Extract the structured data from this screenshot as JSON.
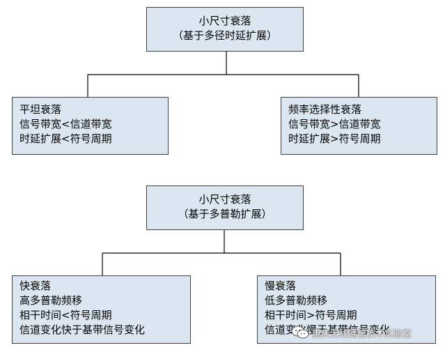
{
  "diagram1": {
    "root": {
      "title": "小尺寸衰落",
      "subtitle": "（基于多径时延扩展）"
    },
    "left": {
      "lines": [
        "平坦衰落",
        "信号带宽<信道带宽",
        "时延扩展<符号周期"
      ]
    },
    "right": {
      "lines": [
        "频率选择性衰落",
        "信号带宽>信道带宽",
        "时延扩展>符号周期"
      ]
    }
  },
  "diagram2": {
    "root": {
      "title": "小尺寸衰落",
      "subtitle": "（基于多普勒扩展）"
    },
    "left": {
      "lines": [
        "快衰落",
        "高多普勒频移",
        "相干时间<符号周期",
        "信道变化快于基带信号变化"
      ]
    },
    "right": {
      "lines": [
        "慢衰落",
        "低多普勒频移",
        "相干时间>符号周期",
        "信道变化慢于基带信号变化"
      ]
    }
  },
  "watermark": {
    "text": "重庆无线通信技术实验室",
    "icon": "wechat-icon"
  },
  "colors": {
    "box_fill": "#dce6f1",
    "border": "#404040",
    "line": "#000000"
  }
}
